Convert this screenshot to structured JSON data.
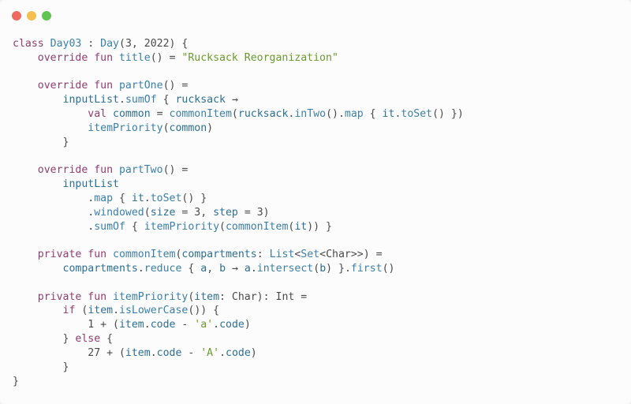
{
  "window": {
    "controls": {
      "close_color": "#ed6a5e",
      "minimize_color": "#f5bf4f",
      "zoom_color": "#61c554"
    }
  },
  "editor": {
    "language": "kotlin",
    "lines": [
      [
        [
          "kw",
          "class "
        ],
        [
          "cls",
          "Day03"
        ],
        [
          "plain",
          " : "
        ],
        [
          "cls",
          "Day"
        ],
        [
          "plain",
          "(3, 2022) {"
        ]
      ],
      [
        [
          "plain",
          "    "
        ],
        [
          "kw",
          "override fun "
        ],
        [
          "def",
          "title"
        ],
        [
          "plain",
          "() = "
        ],
        [
          "str",
          "\"Rucksack Reorganization\""
        ]
      ],
      [],
      [
        [
          "plain",
          "    "
        ],
        [
          "kw",
          "override fun "
        ],
        [
          "def",
          "partOne"
        ],
        [
          "plain",
          "() ="
        ]
      ],
      [
        [
          "plain",
          "        "
        ],
        [
          "prop",
          "inputList"
        ],
        [
          "plain",
          "."
        ],
        [
          "fn",
          "sumOf"
        ],
        [
          "plain",
          " { "
        ],
        [
          "prop",
          "rucksack"
        ],
        [
          "plain",
          " →"
        ]
      ],
      [
        [
          "plain",
          "            "
        ],
        [
          "kw",
          "val "
        ],
        [
          "prop",
          "common"
        ],
        [
          "plain",
          " = "
        ],
        [
          "fn",
          "commonItem"
        ],
        [
          "plain",
          "("
        ],
        [
          "prop",
          "rucksack"
        ],
        [
          "plain",
          "."
        ],
        [
          "fn",
          "inTwo"
        ],
        [
          "plain",
          "()."
        ],
        [
          "fn",
          "map"
        ],
        [
          "plain",
          " { "
        ],
        [
          "prop",
          "it"
        ],
        [
          "plain",
          "."
        ],
        [
          "fn",
          "toSet"
        ],
        [
          "plain",
          "() })"
        ]
      ],
      [
        [
          "plain",
          "            "
        ],
        [
          "fn",
          "itemPriority"
        ],
        [
          "plain",
          "("
        ],
        [
          "prop",
          "common"
        ],
        [
          "plain",
          ")"
        ]
      ],
      [
        [
          "plain",
          "        }"
        ]
      ],
      [],
      [
        [
          "plain",
          "    "
        ],
        [
          "kw",
          "override fun "
        ],
        [
          "def",
          "partTwo"
        ],
        [
          "plain",
          "() ="
        ]
      ],
      [
        [
          "plain",
          "        "
        ],
        [
          "prop",
          "inputList"
        ]
      ],
      [
        [
          "plain",
          "            ."
        ],
        [
          "fn",
          "map"
        ],
        [
          "plain",
          " { "
        ],
        [
          "prop",
          "it"
        ],
        [
          "plain",
          "."
        ],
        [
          "fn",
          "toSet"
        ],
        [
          "plain",
          "() }"
        ]
      ],
      [
        [
          "plain",
          "            ."
        ],
        [
          "fn",
          "windowed"
        ],
        [
          "plain",
          "("
        ],
        [
          "prop",
          "size"
        ],
        [
          "plain",
          " = 3, "
        ],
        [
          "prop",
          "step"
        ],
        [
          "plain",
          " = 3)"
        ]
      ],
      [
        [
          "plain",
          "            ."
        ],
        [
          "fn",
          "sumOf"
        ],
        [
          "plain",
          " { "
        ],
        [
          "fn",
          "itemPriority"
        ],
        [
          "plain",
          "("
        ],
        [
          "fn",
          "commonItem"
        ],
        [
          "plain",
          "("
        ],
        [
          "prop",
          "it"
        ],
        [
          "plain",
          ")) }"
        ]
      ],
      [],
      [
        [
          "plain",
          "    "
        ],
        [
          "kw",
          "private fun "
        ],
        [
          "def",
          "commonItem"
        ],
        [
          "plain",
          "("
        ],
        [
          "prop",
          "compartments"
        ],
        [
          "plain",
          ": "
        ],
        [
          "cls",
          "List"
        ],
        [
          "plain",
          "<"
        ],
        [
          "cls",
          "Set"
        ],
        [
          "plain",
          "<Char>>) ="
        ]
      ],
      [
        [
          "plain",
          "        "
        ],
        [
          "prop",
          "compartments"
        ],
        [
          "plain",
          "."
        ],
        [
          "fn",
          "reduce"
        ],
        [
          "plain",
          " { "
        ],
        [
          "prop",
          "a"
        ],
        [
          "plain",
          ", "
        ],
        [
          "prop",
          "b"
        ],
        [
          "plain",
          " → "
        ],
        [
          "prop",
          "a"
        ],
        [
          "plain",
          "."
        ],
        [
          "fn",
          "intersect"
        ],
        [
          "plain",
          "("
        ],
        [
          "prop",
          "b"
        ],
        [
          "plain",
          ") }."
        ],
        [
          "fn",
          "first"
        ],
        [
          "plain",
          "()"
        ]
      ],
      [],
      [
        [
          "plain",
          "    "
        ],
        [
          "kw",
          "private fun "
        ],
        [
          "def",
          "itemPriority"
        ],
        [
          "plain",
          "("
        ],
        [
          "prop",
          "item"
        ],
        [
          "plain",
          ": Char): Int ="
        ]
      ],
      [
        [
          "plain",
          "        "
        ],
        [
          "kw",
          "if"
        ],
        [
          "plain",
          " ("
        ],
        [
          "prop",
          "item"
        ],
        [
          "plain",
          "."
        ],
        [
          "fn",
          "isLowerCase"
        ],
        [
          "plain",
          "()) {"
        ]
      ],
      [
        [
          "plain",
          "            1 + ("
        ],
        [
          "prop",
          "item"
        ],
        [
          "plain",
          "."
        ],
        [
          "prop",
          "code"
        ],
        [
          "plain",
          " - "
        ],
        [
          "str",
          "'a'"
        ],
        [
          "plain",
          "."
        ],
        [
          "prop",
          "code"
        ],
        [
          "plain",
          ")"
        ]
      ],
      [
        [
          "plain",
          "        } "
        ],
        [
          "kw",
          "else"
        ],
        [
          "plain",
          " {"
        ]
      ],
      [
        [
          "plain",
          "            27 + ("
        ],
        [
          "prop",
          "item"
        ],
        [
          "plain",
          "."
        ],
        [
          "prop",
          "code"
        ],
        [
          "plain",
          " - "
        ],
        [
          "str",
          "'A'"
        ],
        [
          "plain",
          "."
        ],
        [
          "prop",
          "code"
        ],
        [
          "plain",
          ")"
        ]
      ],
      [
        [
          "plain",
          "        }"
        ]
      ],
      [
        [
          "plain",
          "}"
        ]
      ]
    ]
  }
}
